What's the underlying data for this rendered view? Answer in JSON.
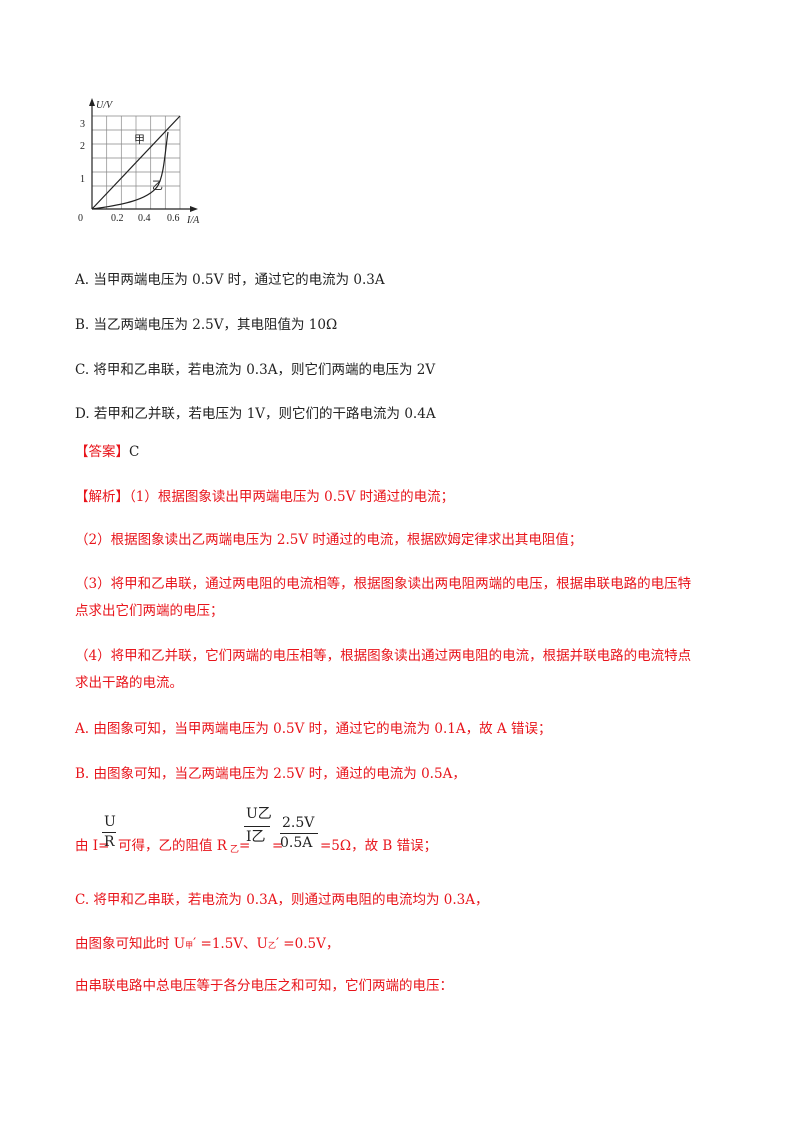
{
  "graph": {
    "y_axis_label": "U/V",
    "x_axis_label": "I/A",
    "y_ticks": [
      "3",
      "2",
      "1"
    ],
    "x_ticks": [
      "0",
      "0.2",
      "0.4",
      "0.6"
    ],
    "curve_jia_label": "甲",
    "curve_yi_label": "乙"
  },
  "options": {
    "a": "A. 当甲两端电压为 0.5V 时，通过它的电流为 0.3A",
    "b": "B. 当乙两端电压为 2.5V，其电阻值为 10Ω",
    "c": "C. 将甲和乙串联，若电流为 0.3A，则它们两端的电压为 2V",
    "d": "D. 若甲和乙并联，若电压为 1V，则它们的干路电流为 0.4A"
  },
  "answer": {
    "tag": "【答案】",
    "value": "C"
  },
  "analysis": {
    "tag": "【解析】",
    "p1": "（1）根据图象读出甲两端电压为 0.5V 时通过的电流；",
    "p2": "（2）根据图象读出乙两端电压为 2.5V 时通过的电流，根据欧姆定律求出其电阻值；",
    "p3a": "（3）将甲和乙串联，通过两电阻的电流相等，根据图象读出两电阻两端的电压，根据串联电路的电压特",
    "p3b": "点求出它们两端的电压；",
    "p4a": "（4）将甲和乙并联，它们两端的电压相等，根据图象读出通过两电阻的电流，根据并联电路的电流特点",
    "p4b": "求出干路的电流。",
    "la": "A. 由图象可知，当甲两端电压为 0.5V 时，通过它的电流为 0.1A，故 A 错误；",
    "lb": "B. 由图象可知，当乙两端电压为 2.5V 时，通过的电流为 0.5A，",
    "formula": {
      "prefix": "由 I=",
      "f1_num": "U",
      "f1_den": "R",
      "mid": "可得，乙的阻值 R",
      "sub_yi": "乙",
      "eq": "=",
      "f2_num": "U乙",
      "f2_den": "I乙",
      "eq2": "=",
      "f3_num": "2.5V",
      "f3_den": "0.5A",
      "suffix": "=5Ω，故 B 错误；"
    },
    "lc": "C. 将甲和乙串联，若电流为 0.3A，则通过两电阻的电流均为 0.3A，",
    "lc2_pre": "由图象可知此时 U",
    "lc2_sub1": "甲",
    "lc2_mid": "′ =1.5V、U",
    "lc2_sub2": "乙",
    "lc2_end": "′ =0.5V，",
    "lc3": "由串联电路中总电压等于各分电压之和可知，它们两端的电压："
  }
}
